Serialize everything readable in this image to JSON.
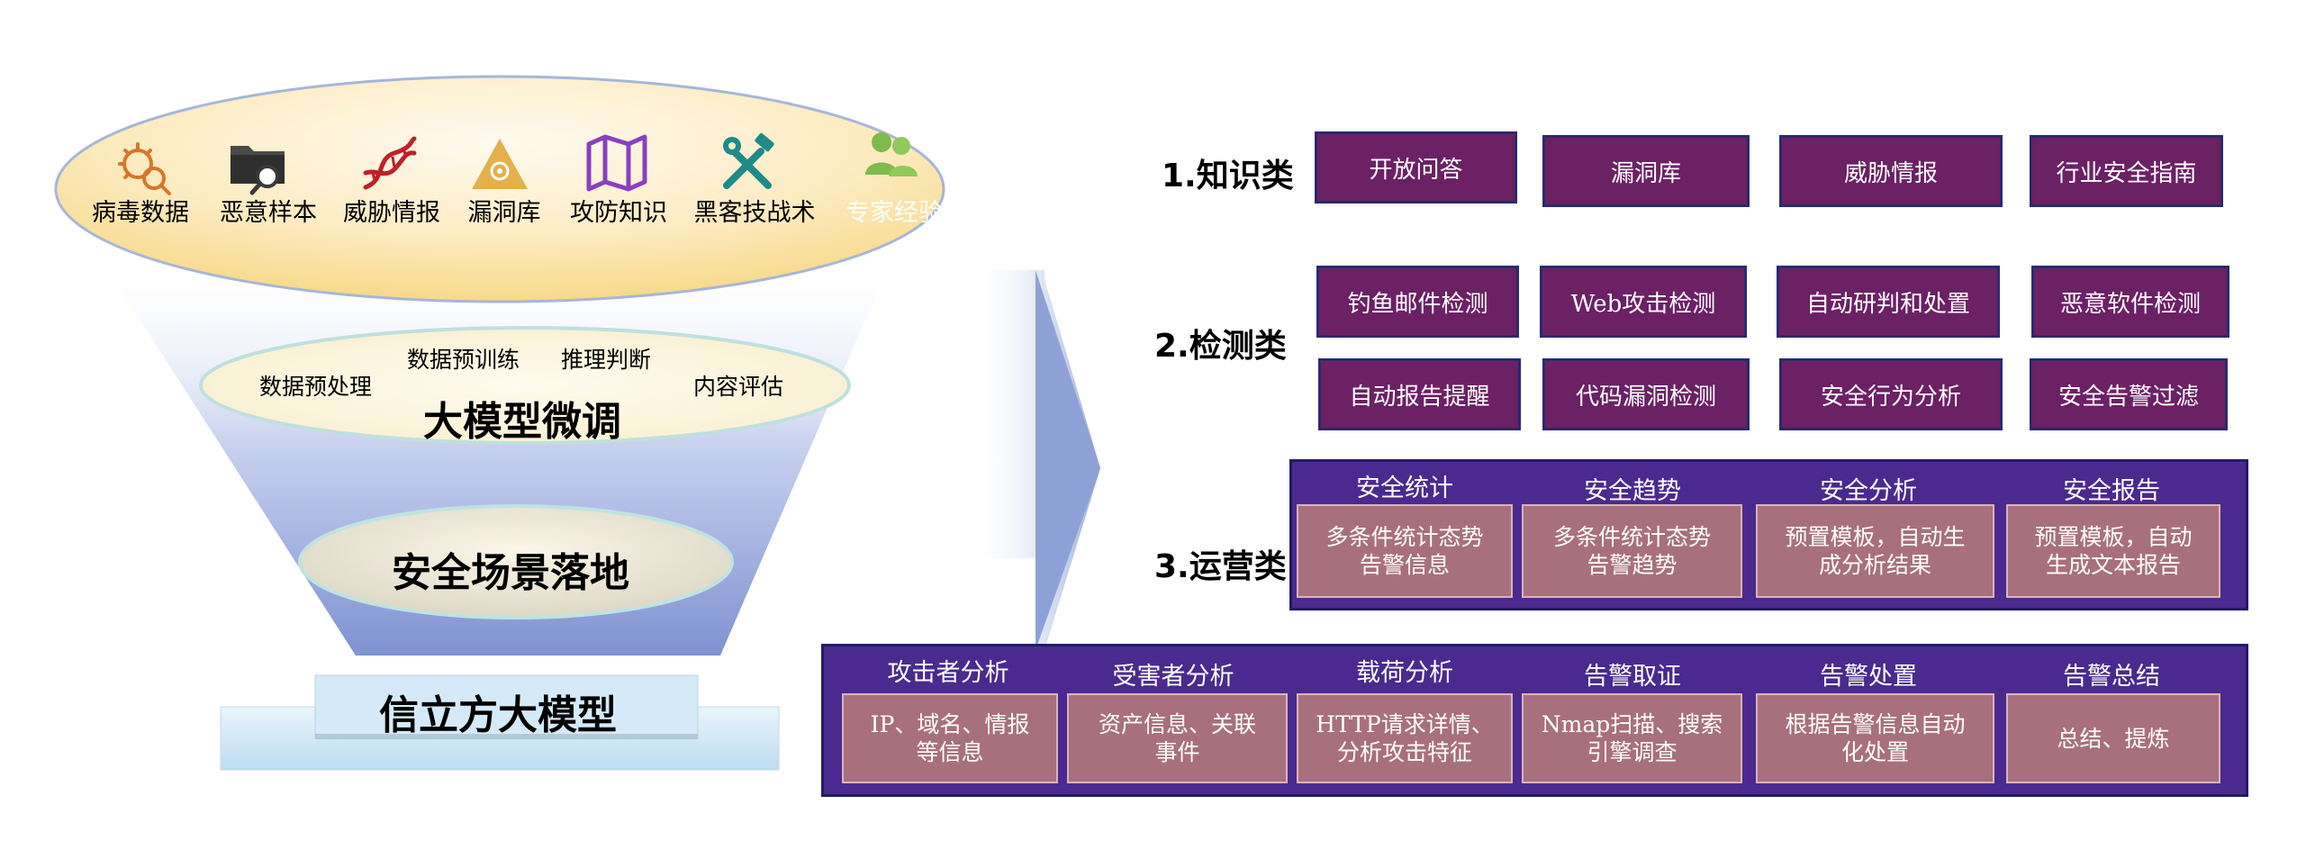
{
  "sources": [
    {
      "label": "病毒数据",
      "icon": "virus-magnifier-icon"
    },
    {
      "label": "恶意样本",
      "icon": "folder-search-icon"
    },
    {
      "label": "威胁情报",
      "icon": "dna-icon"
    },
    {
      "label": "漏洞库",
      "icon": "biohazard-icon"
    },
    {
      "label": "攻防知识",
      "icon": "map-icon"
    },
    {
      "label": "黑客技战术",
      "icon": "tools-icon"
    },
    {
      "label": "专家经验",
      "icon": "users-icon"
    }
  ],
  "finetune": {
    "steps": [
      "数据预处理",
      "数据预训练",
      "推理判断",
      "内容评估"
    ],
    "title": "大模型微调"
  },
  "landing_title": "安全场景落地",
  "base_model": "信立方大模型",
  "categories": [
    {
      "label": "1.知识类",
      "items": [
        "开放问答",
        "漏洞库",
        "威胁情报",
        "行业安全指南"
      ]
    },
    {
      "label": "2.检测类",
      "items": [
        "钓鱼邮件检测",
        "Web攻击检测",
        "自动研判和处置",
        "恶意软件检测",
        "自动报告提醒",
        "代码漏洞检测",
        "安全行为分析",
        "安全告警过滤"
      ]
    },
    {
      "label": "3.运营类",
      "columns": [
        {
          "title": "安全统计",
          "text": [
            "多条件统计态势",
            "告警信息"
          ]
        },
        {
          "title": "安全趋势",
          "text": [
            "多条件统计态势",
            "告警趋势"
          ]
        },
        {
          "title": "安全分析",
          "text": [
            "预置模板，自动生",
            "成分析结果"
          ]
        },
        {
          "title": "安全报告",
          "text": [
            "预置模板，自动",
            "生成文本报告"
          ]
        }
      ]
    }
  ],
  "analysis_panel": {
    "columns": [
      {
        "title": "攻击者分析",
        "text": [
          "IP、域名、情报",
          "等信息"
        ]
      },
      {
        "title": "受害者分析",
        "text": [
          "资产信息、关联",
          "事件"
        ]
      },
      {
        "title": "载荷分析",
        "text": [
          "HTTP请求详情、",
          "分析攻击特征"
        ]
      },
      {
        "title": "告警取证",
        "text": [
          "Nmap扫描、搜索",
          "引擎调查"
        ]
      },
      {
        "title": "告警处置",
        "text": [
          "根据告警信息自动",
          "化处置"
        ]
      },
      {
        "title": "告警总结",
        "text": [
          "总结、提炼"
        ]
      }
    ]
  },
  "colors": {
    "purple_box": "#6b2164",
    "panel": "#4a2a8f",
    "mauve_box": "#a8707c",
    "ellipse_fill": "#fbe7b5",
    "funnel": "#8e9fd6",
    "base": "#d8ecf8"
  }
}
